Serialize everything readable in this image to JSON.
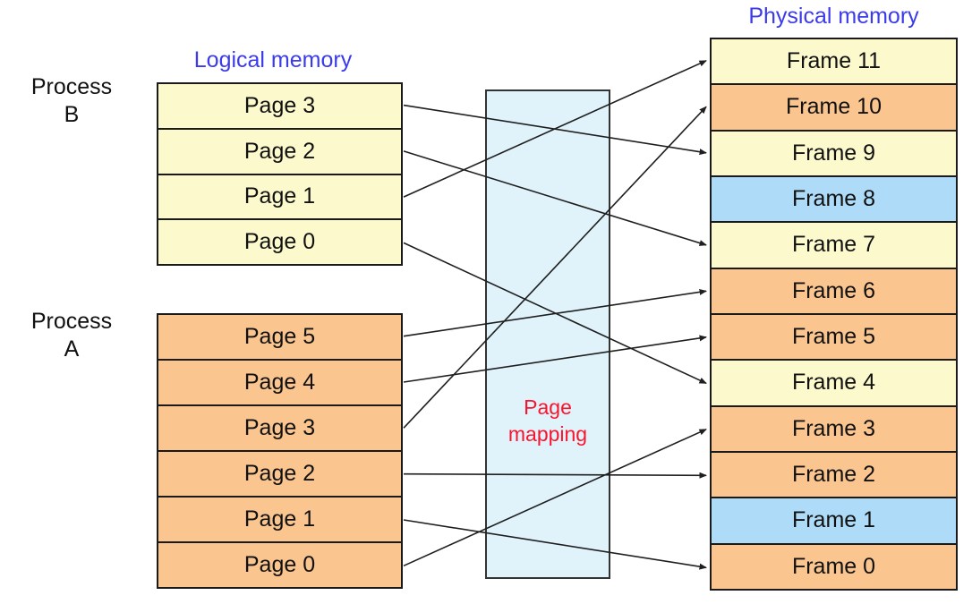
{
  "titles": {
    "logical_memory": "Logical memory",
    "physical_memory": "Physical memory"
  },
  "mapping_box": {
    "lines": [
      "Page",
      "mapping"
    ]
  },
  "processes": [
    {
      "id": "B",
      "label_lines": [
        "Process",
        "B"
      ],
      "color_key": "cream",
      "pages": [
        "Page 3",
        "Page 2",
        "Page 1",
        "Page 0"
      ]
    },
    {
      "id": "A",
      "label_lines": [
        "Process",
        "A"
      ],
      "color_key": "orange",
      "pages": [
        "Page 5",
        "Page 4",
        "Page 3",
        "Page 2",
        "Page 1",
        "Page 0"
      ]
    }
  ],
  "physical_memory": {
    "frames": [
      {
        "label": "Frame 11",
        "color_key": "cream"
      },
      {
        "label": "Frame 10",
        "color_key": "orange"
      },
      {
        "label": "Frame 9",
        "color_key": "cream"
      },
      {
        "label": "Frame 8",
        "color_key": "blue"
      },
      {
        "label": "Frame 7",
        "color_key": "cream"
      },
      {
        "label": "Frame 6",
        "color_key": "orange"
      },
      {
        "label": "Frame 5",
        "color_key": "orange"
      },
      {
        "label": "Frame 4",
        "color_key": "cream"
      },
      {
        "label": "Frame 3",
        "color_key": "orange"
      },
      {
        "label": "Frame 2",
        "color_key": "orange"
      },
      {
        "label": "Frame 1",
        "color_key": "blue"
      },
      {
        "label": "Frame 0",
        "color_key": "orange"
      }
    ]
  },
  "page_mappings": [
    {
      "process": "B",
      "page": 3,
      "frame": 9
    },
    {
      "process": "B",
      "page": 2,
      "frame": 7
    },
    {
      "process": "B",
      "page": 1,
      "frame": 11
    },
    {
      "process": "B",
      "page": 0,
      "frame": 4
    },
    {
      "process": "A",
      "page": 5,
      "frame": 6
    },
    {
      "process": "A",
      "page": 4,
      "frame": 5
    },
    {
      "process": "A",
      "page": 3,
      "frame": 10
    },
    {
      "process": "A",
      "page": 2,
      "frame": 2
    },
    {
      "process": "A",
      "page": 1,
      "frame": 0
    },
    {
      "process": "A",
      "page": 0,
      "frame": 3
    }
  ],
  "colors": {
    "cream": "#FCFACD",
    "orange": "#FAC58F",
    "blue": "#AEDBF7",
    "mapping_fill": "#E0F2FA",
    "title_blue": "#3B3BEB",
    "mapping_red": "#FA142D",
    "line": "#1F1F1F"
  }
}
